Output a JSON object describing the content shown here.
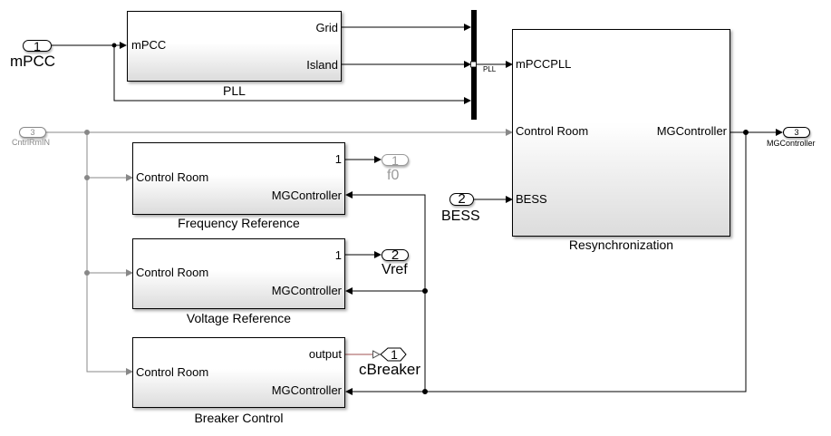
{
  "blocks": {
    "pll": {
      "name": "PLL",
      "inputs": [
        "mPCC"
      ],
      "outputs": [
        "Grid",
        "Island"
      ]
    },
    "resync": {
      "name": "Resynchronization",
      "inputs": [
        "mPCCPLL",
        "Control Room",
        "BESS"
      ],
      "outputs": [
        "MGController"
      ]
    },
    "freq": {
      "name": "Frequency Reference",
      "inputs": [
        "Control Room",
        "MGController"
      ],
      "outputs": [
        "1"
      ]
    },
    "volt": {
      "name": "Voltage Reference",
      "inputs": [
        "Control Room",
        "MGController"
      ],
      "outputs": [
        "1"
      ]
    },
    "breaker": {
      "name": "Breaker Control",
      "inputs": [
        "Control Room",
        "MGController"
      ],
      "outputs": [
        "output"
      ]
    }
  },
  "inports": {
    "mpcc": {
      "number": "1",
      "name": "mPCC"
    },
    "cntrl": {
      "number": "3",
      "name": "CntrlRmIN"
    },
    "bess": {
      "number": "2",
      "name": "BESS"
    }
  },
  "outports": {
    "f0": {
      "number": "1",
      "name": "f0"
    },
    "vref": {
      "number": "2",
      "name": "Vref"
    },
    "mgc": {
      "number": "3",
      "name": "MGController"
    },
    "cbreaker": {
      "number": "1",
      "name": "cBreaker"
    }
  },
  "bus": {
    "signal_label": "PLL"
  },
  "colors": {
    "signal": "#000000",
    "commented_signal": "#808080",
    "boolean_signal": "#a05050"
  }
}
